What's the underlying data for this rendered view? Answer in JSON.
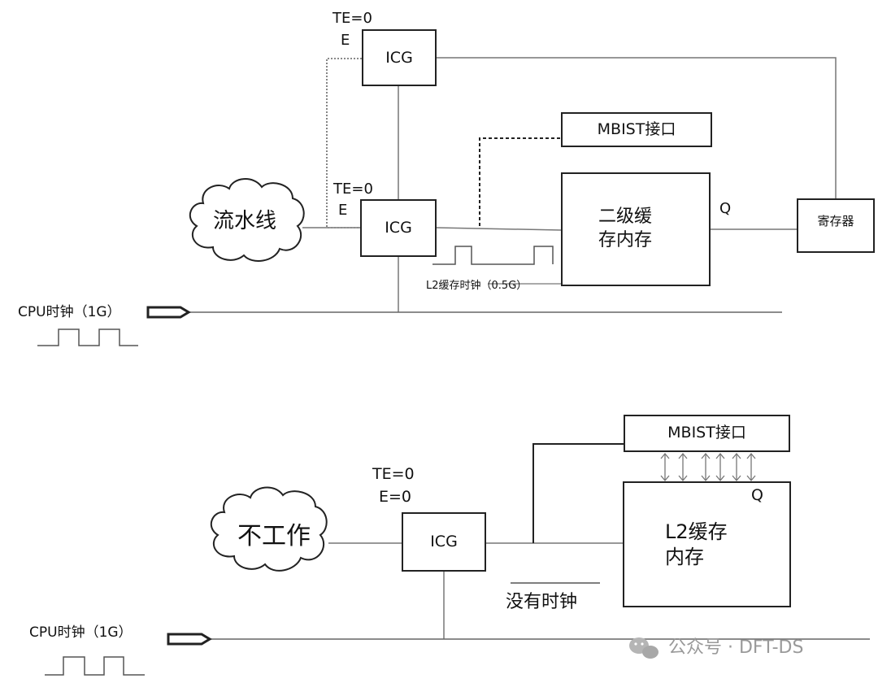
{
  "top": {
    "icg_upper": {
      "label": "ICG",
      "te": "TE=0",
      "e": "E"
    },
    "icg_lower": {
      "label": "ICG",
      "te": "TE=0",
      "e": "E"
    },
    "pipeline": "流水线",
    "mbist": "MBIST接口",
    "l2_line1": "二级缓",
    "l2_line2": "存内存",
    "q": "Q",
    "register": "寄存器",
    "l2_clock": "L2缓存时钟（0.5G）",
    "cpu_clock": "CPU时钟（1G）"
  },
  "bottom": {
    "te": "TE=0",
    "e": "E=0",
    "not_working": "不工作",
    "icg": "ICG",
    "mbist": "MBIST接口",
    "l2_line1": "L2缓存",
    "l2_line2": "内存",
    "q": "Q",
    "no_clock": "没有时钟",
    "cpu_clock": "CPU时钟（1G）"
  },
  "watermark": "公众号 · DFT-DS"
}
